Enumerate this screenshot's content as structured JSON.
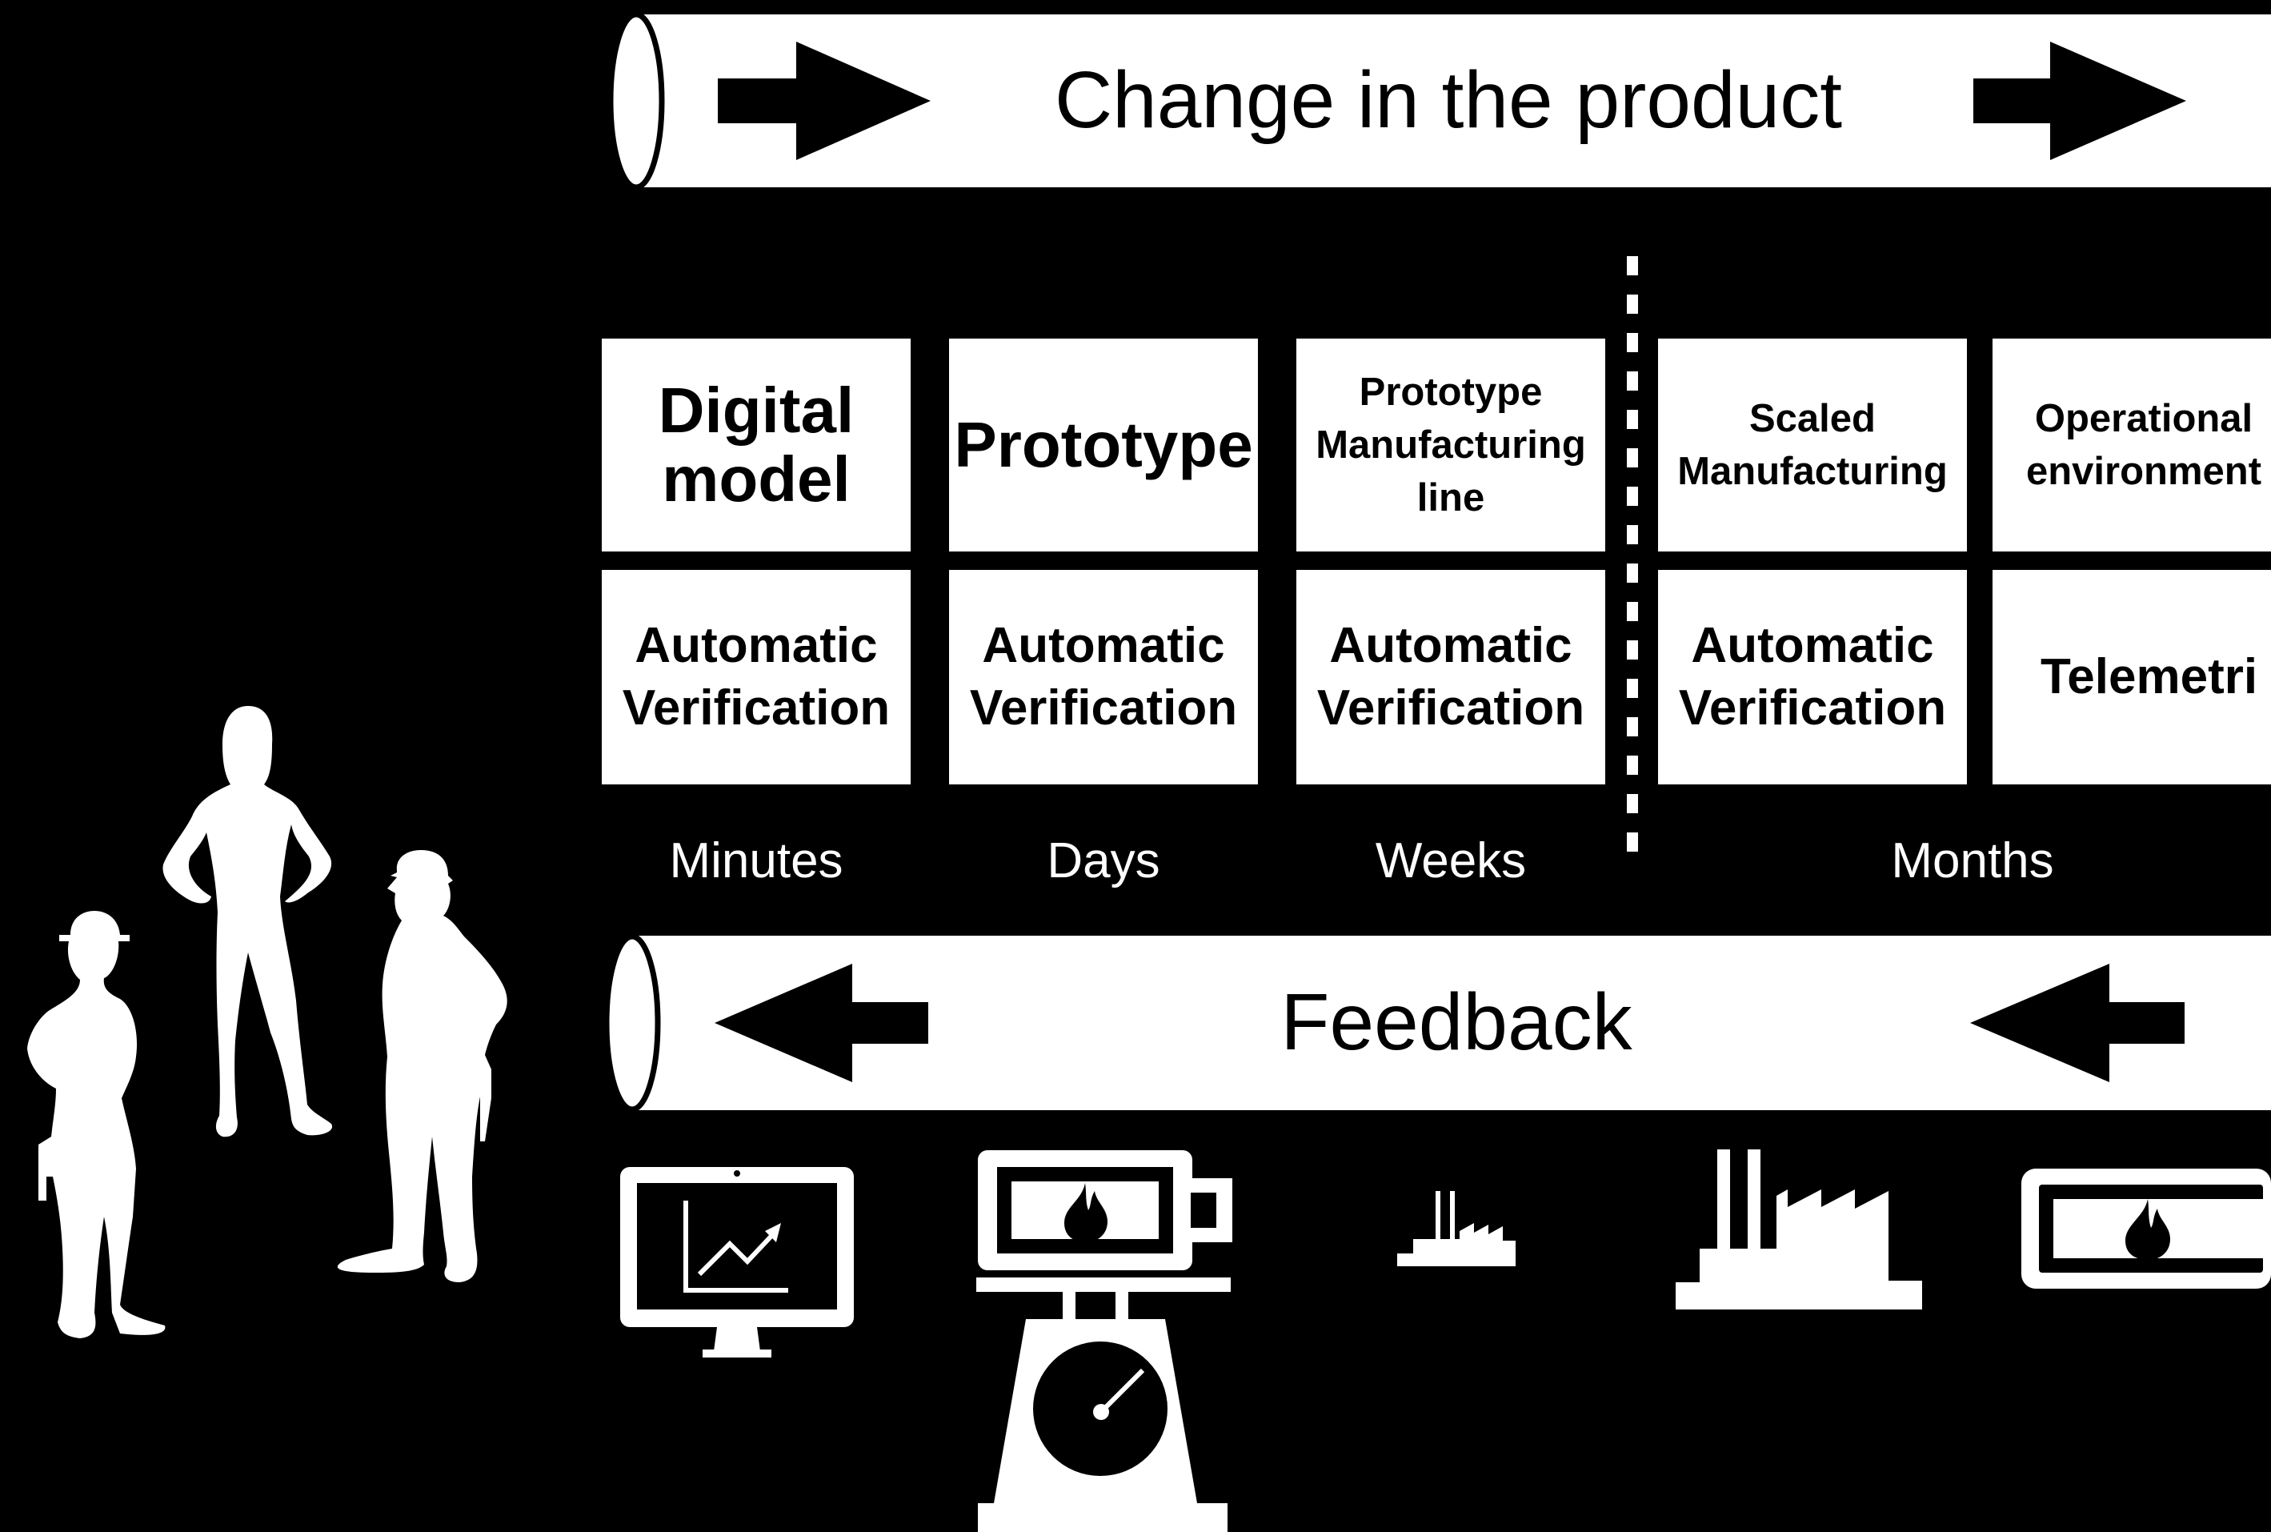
{
  "top_band": {
    "label": "Change in the product",
    "direction": "right"
  },
  "bottom_band": {
    "label": "Feedback",
    "direction": "left"
  },
  "stages": [
    {
      "name": "Digital\nmodel",
      "verification": "Automatic\nVerification",
      "time": "Minutes"
    },
    {
      "name": "Prototype",
      "verification": "Automatic\nVerification",
      "time": "Days"
    },
    {
      "name": "Prototype\nManufacturing\nline",
      "verification": "Automatic\nVerification",
      "time": "Weeks"
    },
    {
      "name": "Scaled\nManufacturing",
      "verification": "Automatic\nVerification",
      "time": "Months"
    },
    {
      "name": "Operational\nenvironment",
      "verification": "Telemetri",
      "time": ""
    }
  ],
  "icons": [
    "monitor-chart-icon",
    "battery-on-scale-icon",
    "small-factory-icon",
    "large-factory-icon",
    "battery-flame-icon"
  ],
  "people": [
    "woman-hardhat-silhouette",
    "woman-silhouette",
    "man-hardhat-silhouette"
  ],
  "colors": {
    "background": "#000000",
    "foreground": "#ffffff"
  }
}
